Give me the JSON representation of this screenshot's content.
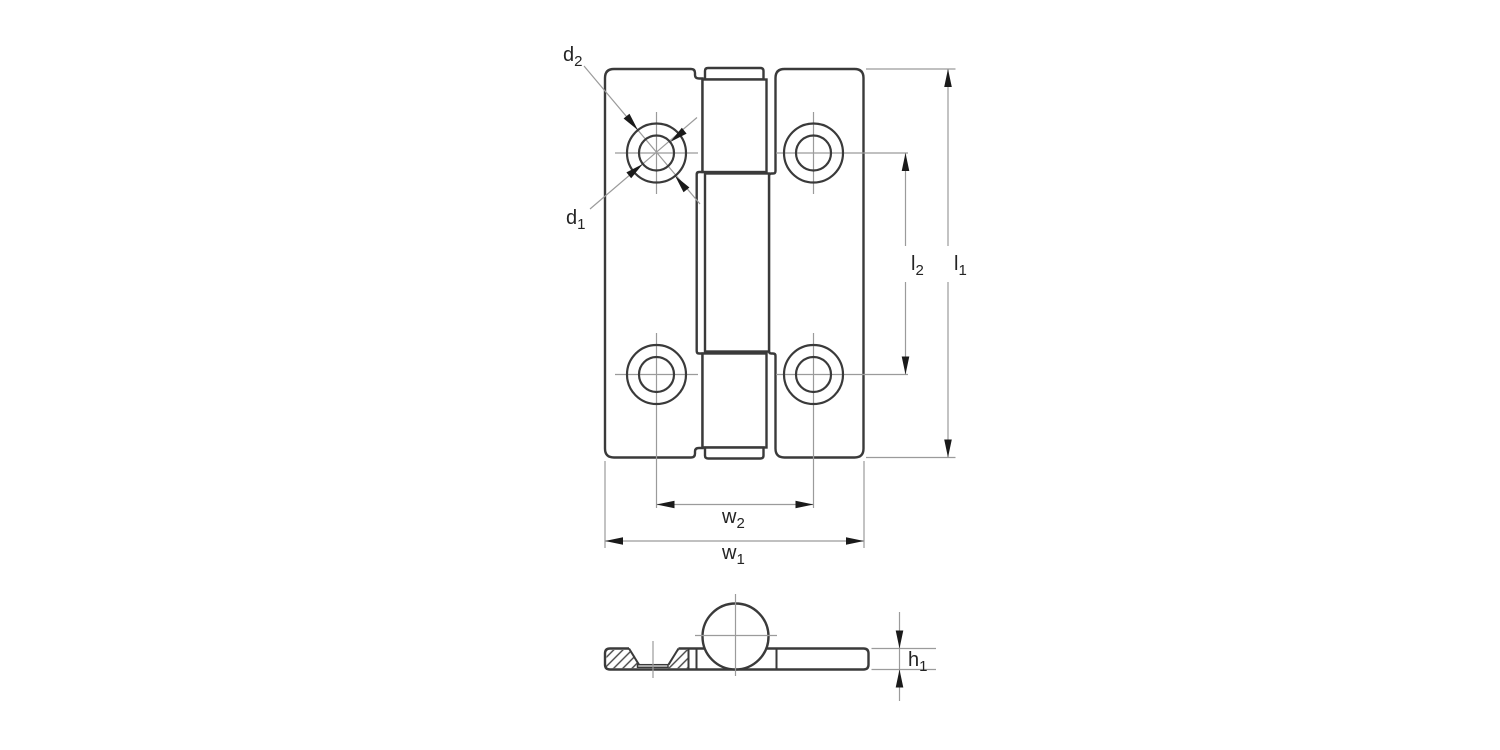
{
  "drawing": {
    "kind": "hinge-dimension-drawing",
    "colors": {
      "outline": "#3a3a3a",
      "dim": "#9b9b9b",
      "arrow": "#1a1a1a",
      "text": "#242424",
      "bg": "#ffffff"
    },
    "front_view": {
      "labels": {
        "d2": {
          "base": "d",
          "sub": "2"
        },
        "d1": {
          "base": "d",
          "sub": "1"
        },
        "l2": {
          "base": "l",
          "sub": "2"
        },
        "l1": {
          "base": "l",
          "sub": "1"
        },
        "w2": {
          "base": "w",
          "sub": "2"
        },
        "w1": {
          "base": "w",
          "sub": "1"
        }
      }
    },
    "section_view": {
      "labels": {
        "h1": {
          "base": "h",
          "sub": "1"
        }
      }
    }
  }
}
